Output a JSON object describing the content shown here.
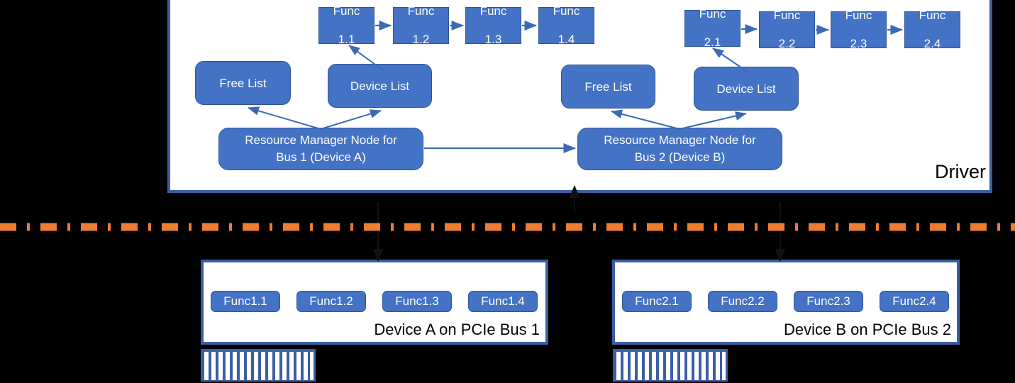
{
  "driver": {
    "label": "Driver",
    "func_chain_1": [
      {
        "line1": "Func",
        "line2": "1.1"
      },
      {
        "line1": "Func",
        "line2": "1.2"
      },
      {
        "line1": "Func",
        "line2": "1.3"
      },
      {
        "line1": "Func",
        "line2": "1.4"
      }
    ],
    "func_chain_2": [
      {
        "line1": "Func",
        "line2": "2.1"
      },
      {
        "line1": "Func",
        "line2": "2.2"
      },
      {
        "line1": "Func",
        "line2": "2.3"
      },
      {
        "line1": "Func",
        "line2": "2.4"
      }
    ],
    "bus1": {
      "free_list": "Free List",
      "device_list": "Device List",
      "manager_line1": "Resource Manager Node for",
      "manager_line2": "Bus 1 (Device A)"
    },
    "bus2": {
      "free_list": "Free List",
      "device_list": "Device List",
      "manager_line1": "Resource Manager Node for",
      "manager_line2": "Bus 2 (Device B)"
    }
  },
  "boundary": {
    "style": "dash-dot",
    "color": "#ed7d31"
  },
  "devices": [
    {
      "label": "Device A on PCIe Bus 1",
      "functions": [
        "Func1.1",
        "Func1.2",
        "Func1.3",
        "Func1.4"
      ]
    },
    {
      "label": "Device B on PCIe Bus 2",
      "functions": [
        "Func2.1",
        "Func2.2",
        "Func2.3",
        "Func2.4"
      ]
    }
  ],
  "colors": {
    "node_fill": "#4472c4",
    "node_stroke": "#2f5597",
    "container_stroke": "#3b5ea5",
    "boundary": "#ed7d31",
    "background": "#000000",
    "container_fill": "#ffffff"
  }
}
